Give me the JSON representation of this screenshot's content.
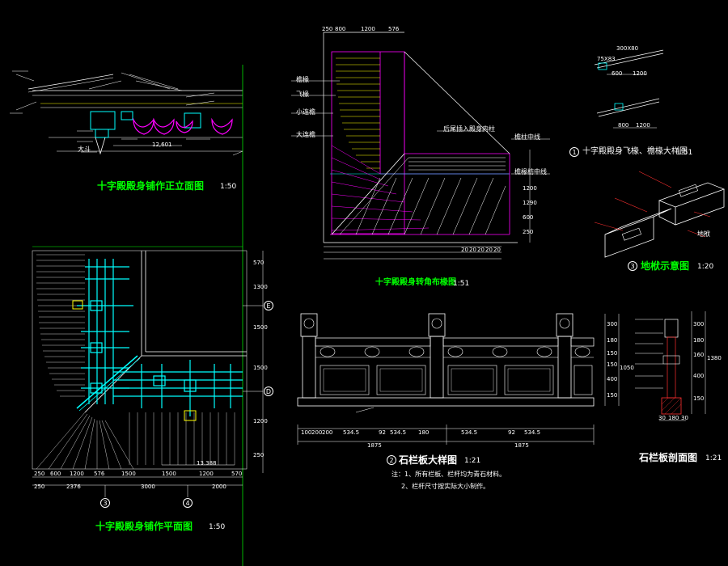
{
  "drawings": {
    "front_elevation": {
      "title": "十字殿殿身铺作正立面图",
      "scale": "1:50",
      "dims": [
        "12,601"
      ],
      "labels": [
        "大斗"
      ]
    },
    "rafter_plan": {
      "title": "十字殿殿身转角布椽图",
      "scale": "1:51",
      "top_dims": [
        "250",
        "800",
        "1200",
        "576"
      ],
      "labels": [
        "檐椽",
        "飞椽",
        "小连檐",
        "大连檐",
        "后尾插入殿身内柱",
        "檐柱中线",
        "檐椽枋中线"
      ],
      "right_dims": [
        "1200",
        "1290",
        "600",
        "250"
      ],
      "bottom_dims": [
        "20",
        "20",
        "20",
        "20",
        "20"
      ]
    },
    "detail_1": {
      "num": "1",
      "title": "十字殿殿身飞椽、檐椽大样图",
      "scale": "1:51",
      "dims": [
        "75X83",
        "300X80",
        "600",
        "1200",
        "800",
        "1200"
      ]
    },
    "detail_3": {
      "num": "3",
      "title": "地栿示意图",
      "scale": "1:20",
      "labels": [
        "地栿"
      ]
    },
    "plan": {
      "title": "十字殿殿身铺作平面图",
      "scale": "1:50",
      "axes_h": [
        "3",
        "4"
      ],
      "axes_v": [
        "E",
        "D"
      ],
      "dims_row1": [
        "250",
        "600",
        "1200",
        "576",
        "1500",
        "1500",
        "1200",
        "570"
      ],
      "dims_row2": [
        "250",
        "2376",
        "3000",
        "2000"
      ],
      "side_dims": [
        "570",
        "1300",
        "1500",
        "1500",
        "1200",
        "250"
      ],
      "elev": "13.388"
    },
    "balustrade": {
      "num": "2",
      "title": "石栏板大样图",
      "scale": "1:21",
      "notes": [
        "注：1、所有栏板、栏杆均为青石材料。",
        "2、栏杆尺寸按实际大小制作。"
      ],
      "dims_small": [
        "100",
        "200",
        "200",
        "534.5",
        "92",
        "534.5",
        "180",
        "534.5",
        "92",
        "534.5"
      ],
      "dims_big": [
        "1875",
        "1875"
      ],
      "right_dims": [
        "300",
        "180",
        "150",
        "150",
        "400",
        "150",
        "1050"
      ]
    },
    "balustrade_section": {
      "title": "石栏板剖面图",
      "scale": "1:21",
      "dims": [
        "300",
        "180",
        "160",
        "400",
        "150",
        "1380"
      ],
      "bottom_dims": [
        "30",
        "180",
        "30"
      ]
    }
  },
  "colors": {
    "bg": "#000000",
    "title": "#00ff00",
    "line": "#ffffff",
    "cyan": "#00ffff",
    "magenta": "#ff00ff",
    "yellow": "#ffff00",
    "green": "#00ff00",
    "red": "#ff3030"
  }
}
